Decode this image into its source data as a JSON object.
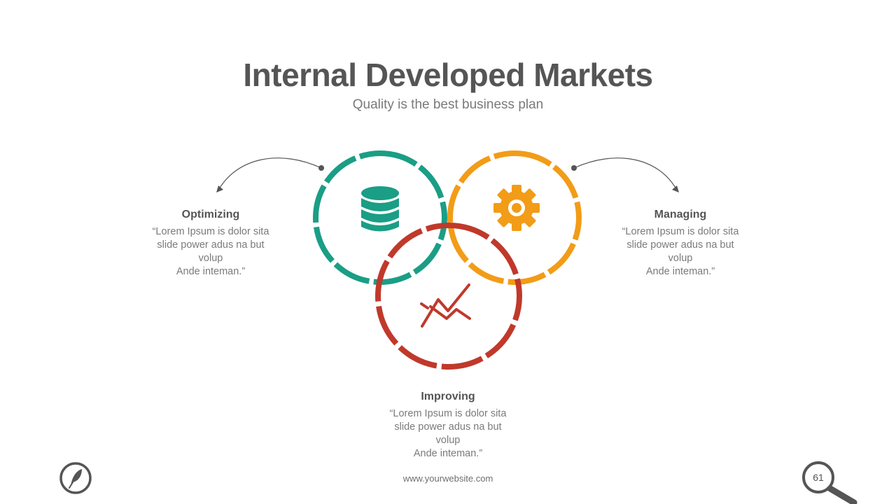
{
  "slide": {
    "title": "Internal Developed Markets",
    "subtitle": "Quality is the best business plan",
    "footer_url": "www.yourwebsite.com",
    "page_number": "61"
  },
  "items": [
    {
      "heading": "Optimizing",
      "body": [
        "“Lorem Ipsum is dolor sita",
        "slide power adus na but",
        "volup",
        "Ande inteman.”"
      ],
      "icon": "database-icon",
      "color": "#1a9e85"
    },
    {
      "heading": "Managing",
      "body": [
        "“Lorem Ipsum is dolor sita",
        "slide power adus na but",
        "volup",
        "Ande inteman.”"
      ],
      "icon": "gear-icon",
      "color": "#f29c17"
    },
    {
      "heading": "Improving",
      "body": [
        "“Lorem Ipsum is dolor sita",
        "slide power adus na but",
        "volup",
        "Ande inteman.”"
      ],
      "icon": "trend-chart-icon",
      "color": "#c0392b"
    }
  ],
  "icons": {
    "logo": "feather-icon",
    "page_marker": "magnifier-icon"
  }
}
